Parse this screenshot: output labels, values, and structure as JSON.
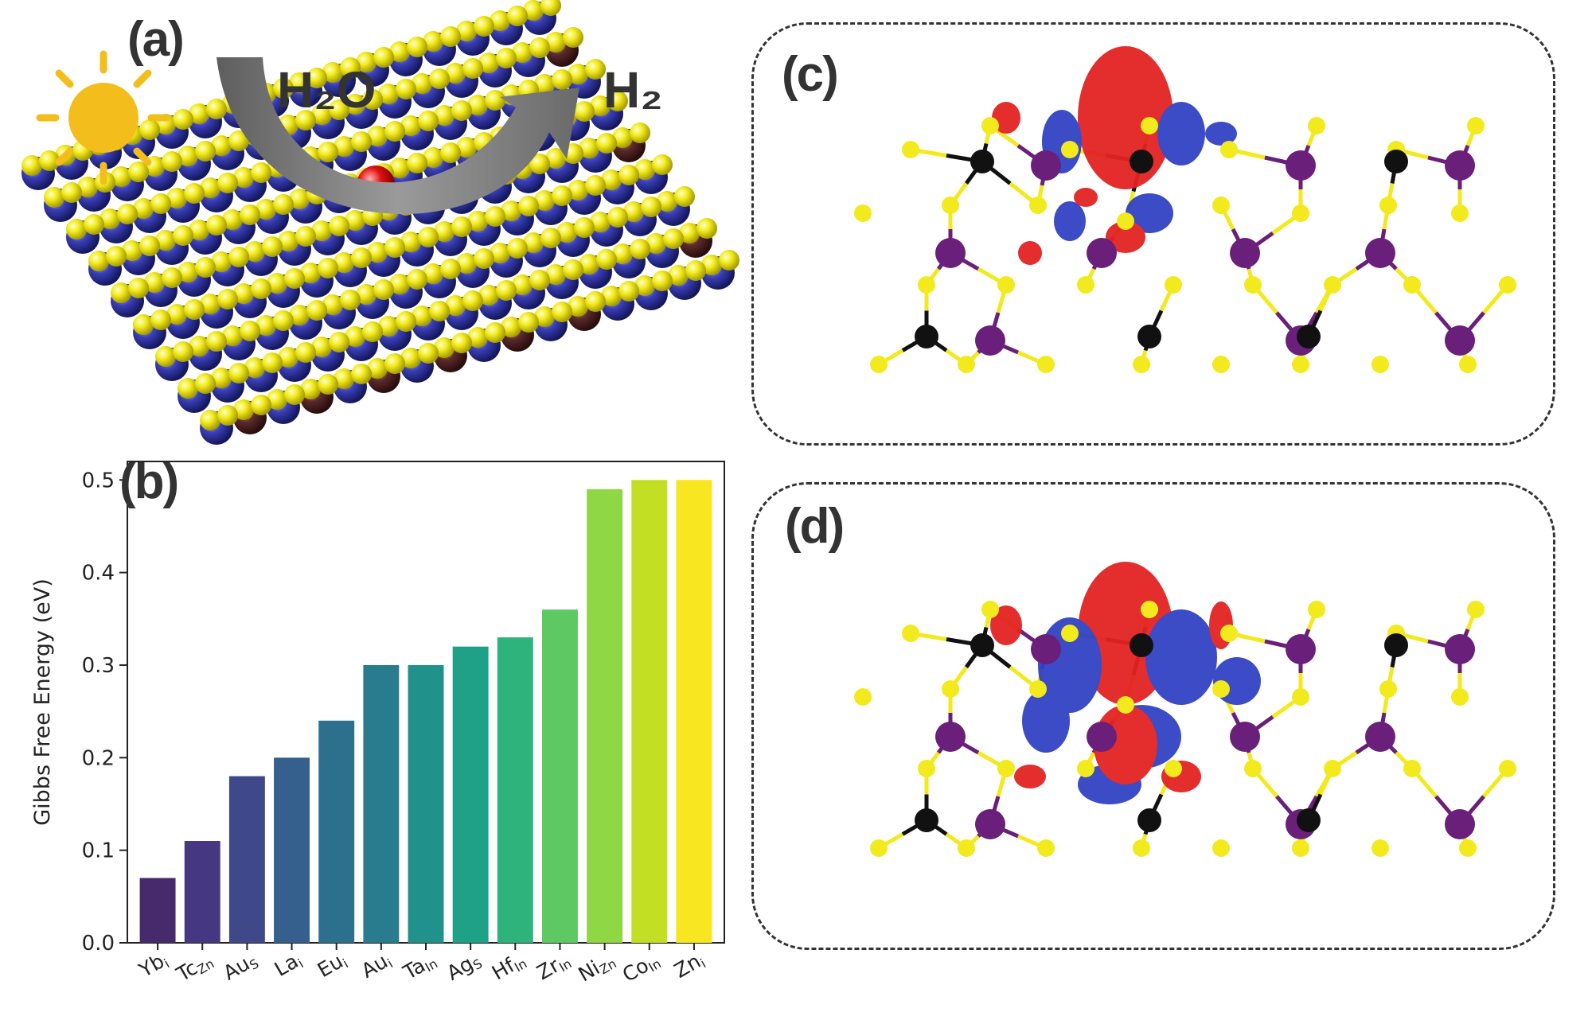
{
  "panel_a": {
    "label": "(a)",
    "reactant": "H₂O",
    "product": "H₂",
    "icons": [
      "sun-icon",
      "curved-arrow-icon"
    ]
  },
  "panel_c": {
    "label": "(c)"
  },
  "panel_d": {
    "label": "(d)"
  },
  "colors": {
    "sulfur": "#f2ea1c",
    "indium": "#3a3fb8",
    "dopant": "#5a2a2a",
    "adsorbed_h": "#e01010",
    "metal_purple": "#6a1f7a",
    "carbon_black": "#111111",
    "charge_accumulation": "#e32222",
    "charge_depletion": "#3242c4",
    "arrow": "#7a7a7a",
    "sun": "#f3be1b"
  },
  "chart_data": {
    "type": "bar",
    "panel_label": "(b)",
    "ylabel": "Gibbs Free Energy (eV)",
    "xlabel": "",
    "categories": [
      {
        "base": "Yb",
        "sub": "i"
      },
      {
        "base": "Tc",
        "sub": "Zn"
      },
      {
        "base": "Au",
        "sub": "S"
      },
      {
        "base": "La",
        "sub": "i"
      },
      {
        "base": "Eu",
        "sub": "i"
      },
      {
        "base": "Au",
        "sub": "i"
      },
      {
        "base": "Ta",
        "sub": "In"
      },
      {
        "base": "Ag",
        "sub": "S"
      },
      {
        "base": "Hf",
        "sub": "In"
      },
      {
        "base": "Zr",
        "sub": "In"
      },
      {
        "base": "Ni",
        "sub": "Zn"
      },
      {
        "base": "Co",
        "sub": "In"
      },
      {
        "base": "Zn",
        "sub": "i"
      }
    ],
    "values": [
      0.07,
      0.11,
      0.18,
      0.2,
      0.24,
      0.3,
      0.3,
      0.32,
      0.33,
      0.36,
      0.49,
      0.5,
      0.5
    ],
    "bar_colors": [
      "#472a6b",
      "#453781",
      "#3f4889",
      "#355f8d",
      "#2d708e",
      "#287c8e",
      "#21918c",
      "#1fa187",
      "#2eb37c",
      "#5ec962",
      "#8fd744",
      "#c2df23",
      "#f7e620"
    ],
    "ylim": [
      0,
      0.52
    ],
    "yticks": [
      "0.0",
      "0.1",
      "0.2",
      "0.3",
      "0.4",
      "0.5"
    ],
    "ytick_values": [
      0,
      0.1,
      0.2,
      0.3,
      0.4,
      0.5
    ],
    "grid": false,
    "legend": "none"
  }
}
